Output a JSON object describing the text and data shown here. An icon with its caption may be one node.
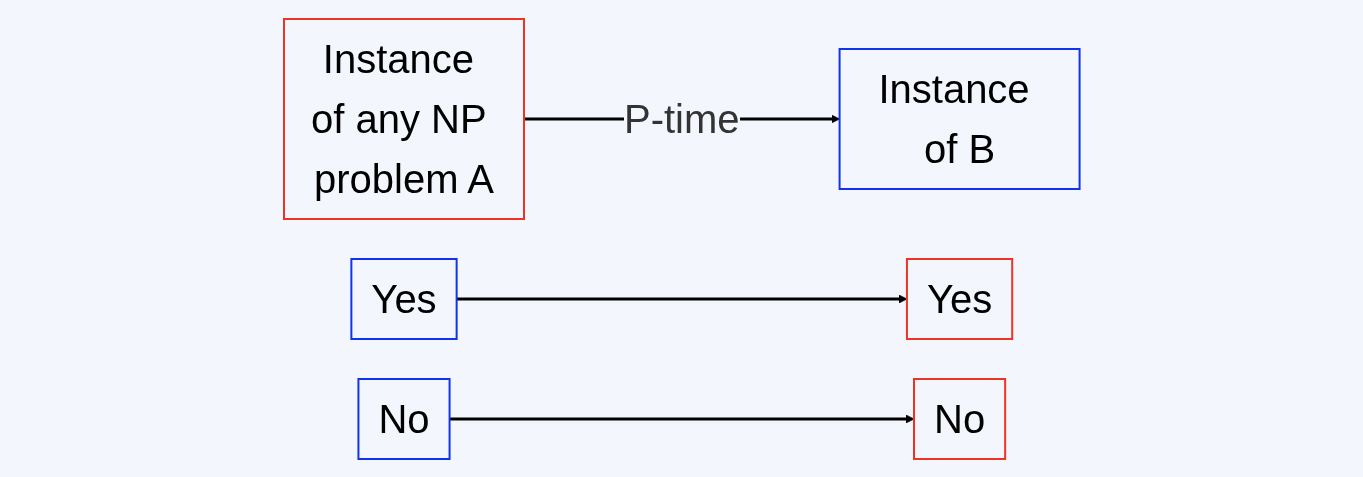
{
  "diagram": {
    "nodes": [
      {
        "text": [
          "Instance of any NP problem A"
        ]
      },
      {
        "text": [
          "Instance of B"
        ]
      },
      {
        "text": [
          "Yes"
        ]
      },
      {
        "text": [
          "Yes"
        ]
      },
      {
        "text": [
          "No"
        ]
      },
      {
        "text": [
          "No"
        ]
      }
    ],
    "edges": [
      {
        "from": 0,
        "to": 1,
        "arrow": "to",
        "label": "P-time"
      },
      {
        "from": 3,
        "to": 2,
        "arrow": "to"
      },
      {
        "from": 5,
        "to": 4,
        "arrow": "to"
      }
    ]
  }
}
